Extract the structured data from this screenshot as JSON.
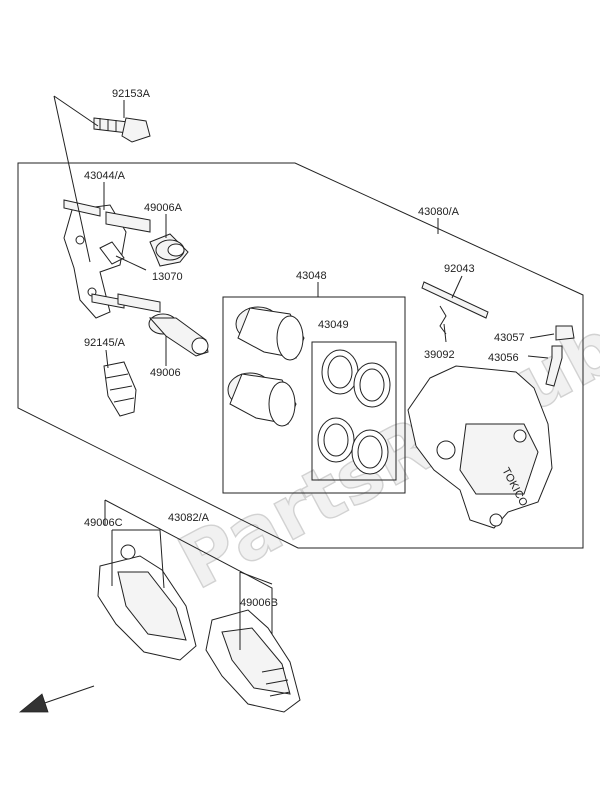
{
  "watermark": "PartsRepublik",
  "labels": {
    "p92153A": "92153A",
    "p43044A": "43044/A",
    "p49006A": "49006A",
    "p13070": "13070",
    "p49006": "49006",
    "p92145A": "92145/A",
    "p43048": "43048",
    "p43049": "43049",
    "p43080A": "43080/A",
    "p92043": "92043",
    "p39092": "39092",
    "p43057": "43057",
    "p43056": "43056",
    "p49006C": "49006C",
    "p43082A": "43082/A",
    "p49006B": "49006B"
  },
  "caliper_text": "TOKICO",
  "icons": {
    "front_arrow": "arrow-down-left-icon"
  },
  "colors": {
    "line": "#222222",
    "watermark": "#e6e6e6",
    "background": "#ffffff"
  }
}
